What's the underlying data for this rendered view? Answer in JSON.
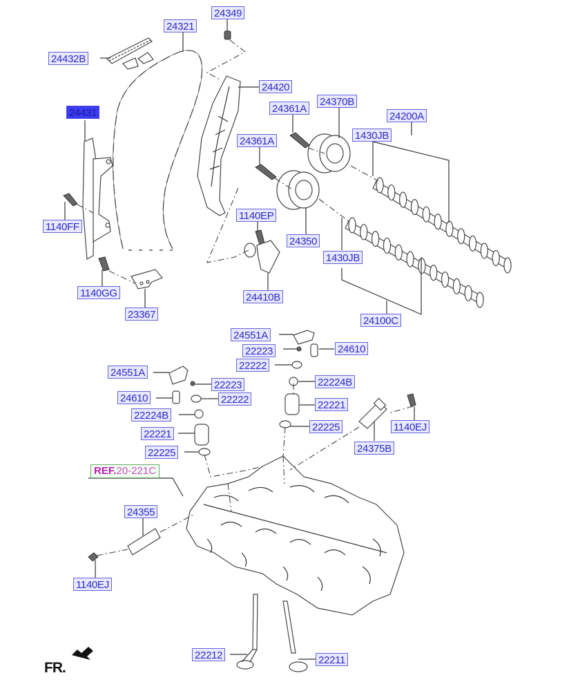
{
  "diagram": {
    "title": "Camshaft & Valve / Timing Chain exploded view",
    "label_colors": {
      "text": "#2c2cc8",
      "fill": "#e8e8ff",
      "border": "#6464dc",
      "selected_fill": "#3c3cf0"
    },
    "parts": [
      {
        "id": "24349",
        "label": "24349"
      },
      {
        "id": "24321",
        "label": "24321"
      },
      {
        "id": "24432B",
        "label": "24432B"
      },
      {
        "id": "24420",
        "label": "24420"
      },
      {
        "id": "24431",
        "label": "24431",
        "selected": true
      },
      {
        "id": "24361A-1",
        "label": "24361A"
      },
      {
        "id": "24370B",
        "label": "24370B"
      },
      {
        "id": "24200A",
        "label": "24200A"
      },
      {
        "id": "24361A-2",
        "label": "24361A"
      },
      {
        "id": "1430JB-1",
        "label": "1430JB"
      },
      {
        "id": "1140EP",
        "label": "1140EP"
      },
      {
        "id": "1140FF",
        "label": "1140FF"
      },
      {
        "id": "24350",
        "label": "24350"
      },
      {
        "id": "1430JB-2",
        "label": "1430JB"
      },
      {
        "id": "1140GG",
        "label": "1140GG"
      },
      {
        "id": "24410B",
        "label": "24410B"
      },
      {
        "id": "23367",
        "label": "23367"
      },
      {
        "id": "24100C",
        "label": "24100C"
      },
      {
        "id": "24551A-1",
        "label": "24551A"
      },
      {
        "id": "22223-1",
        "label": "22223"
      },
      {
        "id": "24610-1",
        "label": "24610"
      },
      {
        "id": "22222-1",
        "label": "22222"
      },
      {
        "id": "22224B-1",
        "label": "22224B"
      },
      {
        "id": "24551A-2",
        "label": "24551A"
      },
      {
        "id": "22223-2",
        "label": "22223"
      },
      {
        "id": "24610-2",
        "label": "24610"
      },
      {
        "id": "22222-2",
        "label": "22222"
      },
      {
        "id": "22221-1",
        "label": "22221"
      },
      {
        "id": "22224B-2",
        "label": "22224B"
      },
      {
        "id": "1140EJ-1",
        "label": "1140EJ"
      },
      {
        "id": "22225-1",
        "label": "22225"
      },
      {
        "id": "22221-2",
        "label": "22221"
      },
      {
        "id": "24375B",
        "label": "24375B"
      },
      {
        "id": "22225-2",
        "label": "22225"
      },
      {
        "id": "24355",
        "label": "24355"
      },
      {
        "id": "1140EJ-2",
        "label": "1140EJ"
      },
      {
        "id": "22212",
        "label": "22212"
      },
      {
        "id": "22211",
        "label": "22211"
      }
    ],
    "reference": {
      "prefix": "REF.",
      "code": "20-221C"
    },
    "direction_indicator": {
      "label": "FR.",
      "icon": "front-arrow-icon"
    }
  }
}
